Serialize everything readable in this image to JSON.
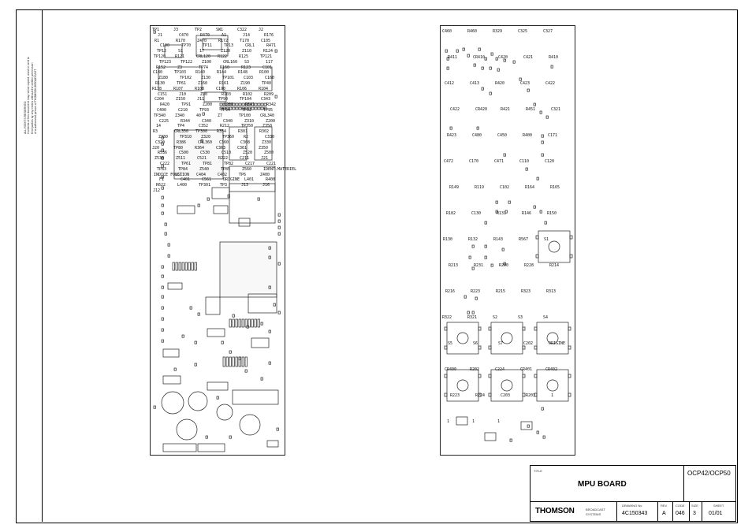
{
  "confidential_note": [
    "ALL RIGHTS RESERVED",
    "Contents of this document may not be copied, used or sent to",
    "third parties by any means without the written permission",
    "of a authorized person of THOMSON BROADCAST"
  ],
  "title_block": {
    "title_caption": "TITLE",
    "title": "MPU BOARD",
    "model": "OCP42/OCP50",
    "company": "THOMSON",
    "division_line1": "BROADCAST",
    "division_line2": "SYSTEMS",
    "headers": {
      "drawing_no": "DRAWING No",
      "rev": "REV",
      "code": "CODE",
      "size": "SIZE",
      "sheet": "SHEET"
    },
    "values": {
      "drawing_no": "4C150343",
      "rev": "A",
      "code": "046",
      "size": "3",
      "sheet": "01/01"
    }
  },
  "left_board": {
    "labels": [
      "TP1",
      "J3",
      "TP2",
      "SW1",
      "C322",
      "J2",
      "J1",
      "C470",
      "R470",
      "A1",
      "J14",
      "R176",
      "R1",
      "R170",
      "Z470",
      "R172",
      "T170",
      "C105",
      "C100",
      "TP70",
      "TP11",
      "TP13",
      "CRL1",
      "R471",
      "TP12",
      "S1",
      "17",
      "Z120",
      "Z110",
      "R124",
      "TP120",
      "R121",
      "CRL120",
      "R122",
      "R125",
      "TP121",
      "TP123",
      "TP122",
      "Z100",
      "CRL160",
      "S3",
      "117",
      "R152",
      "Z3",
      "TP74",
      "R160",
      "R123",
      "C101",
      "C180",
      "TP103",
      "R140",
      "R144",
      "R148",
      "R100",
      "Z180",
      "TP102",
      "Z130",
      "TP101",
      "C103",
      "C160",
      "R130",
      "TP61",
      "Z160",
      "R161",
      "Z190",
      "TP40",
      "R138",
      "R107",
      "R108",
      "C190",
      "R106",
      "R104",
      "C151",
      "J10",
      "Z90",
      "R103",
      "R102",
      "R209",
      "C204",
      "Z150",
      "J11",
      "TP90",
      "TP104",
      "C343",
      "R420",
      "TP91",
      "Z200",
      "C200",
      "R341",
      "R342",
      "C400",
      "C210",
      "TP93",
      "TP94",
      "TP92",
      "TP95",
      "TP340",
      "Z340",
      "40",
      "Z7",
      "TP100",
      "CRL340",
      "C225",
      "R344",
      "C340",
      "C340",
      "Z310",
      "Z200",
      "14",
      "TP4",
      "C352",
      "R212",
      "TP350",
      "Z350",
      "R3",
      "CRL350",
      "TP300",
      "R354",
      "R301",
      "R302",
      "Z330",
      "TP310",
      "Z320",
      "TP360",
      "R2",
      "C330",
      "C320",
      "R386",
      "CRL360",
      "C360",
      "C308",
      "Z330",
      "J20",
      "TP80",
      "R364",
      "C363",
      "C361",
      "Z350",
      "R536",
      "C500",
      "C530",
      "C510",
      "Z520",
      "Z500",
      "Z530",
      "Z511",
      "C521",
      "R222",
      "C211",
      "J21",
      "C222",
      "TP61",
      "TP81",
      "TP82",
      "C217",
      "C221",
      "TP83",
      "TP84",
      "Z540",
      "TP85",
      "Z560",
      "IDENT.MATERIEL",
      "INDICE FONCTION",
      "L51",
      "C404",
      "C402",
      "TP6",
      "Z400",
      "F1",
      "C401",
      "C561",
      "ORIGINE",
      "L401",
      "R400",
      "R622",
      "L400",
      "TP301",
      "TP3",
      "J13",
      "J16",
      "J12"
    ]
  },
  "right_board": {
    "labels": [
      "C460",
      "R460",
      "R329",
      "C325",
      "C327",
      "R411",
      "CR410",
      "C420",
      "C421",
      "R410",
      "C412",
      "C413",
      "R420",
      "C423",
      "C422",
      "C422",
      "CR420",
      "R421",
      "R451",
      "C321",
      "R423",
      "C480",
      "C450",
      "R400",
      "C171",
      "C472",
      "C170",
      "C471",
      "C110",
      "C120",
      "R149",
      "R119",
      "C102",
      "R164",
      "R165",
      "R182",
      "C130",
      "R131",
      "R146",
      "R150",
      "R130",
      "R132",
      "R143",
      "R567",
      "S1",
      "R213",
      "R231",
      "R200",
      "R228",
      "R214",
      "R216",
      "R223",
      "R215",
      "R323",
      "R313",
      "R322",
      "R321",
      "S2",
      "S3",
      "S4",
      "S5",
      "S6",
      "S7",
      "C202",
      "ORIGINE",
      "CR400",
      "R202",
      "C224",
      "CR401",
      "CR402",
      "R223",
      "R224",
      "C203",
      "R203",
      "1",
      "1",
      "1",
      "1"
    ]
  }
}
